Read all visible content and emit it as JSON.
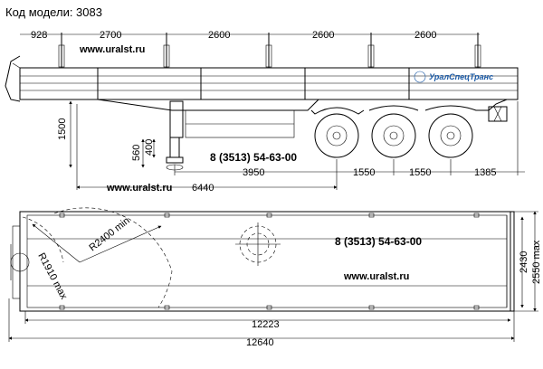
{
  "model_label": "Код модели: 3083",
  "website": "www.uralst.ru",
  "phone": "8 (3513) 54-63-00",
  "brand": "УралСпецТранс",
  "side_view": {
    "top_dims": [
      "928",
      "2700",
      "2600",
      "2600",
      "2600"
    ],
    "height_dims": [
      "1500",
      "560",
      "400"
    ],
    "bottom_dims": [
      "3950",
      "1550",
      "1550",
      "1385"
    ],
    "overall_dim": "6440"
  },
  "top_view": {
    "radius_1": "R1910 max",
    "radius_2": "R2400 min",
    "inner_length": "12223",
    "total_length": "12640",
    "width_max": "2550 max",
    "width_inner": "2430"
  },
  "colors": {
    "line": "#000000",
    "brand": "#1b5aa6"
  }
}
